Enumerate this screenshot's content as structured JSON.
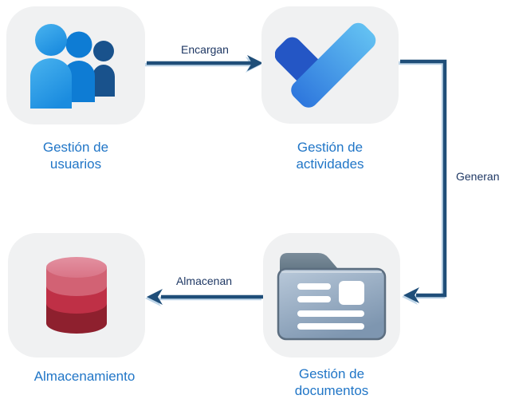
{
  "colors": {
    "background": "#ffffff",
    "card_bg": "#f0f1f2",
    "node_label": "#2176c7",
    "edge_label": "#1f3864",
    "arrow": "#1f4e79"
  },
  "nodes": [
    {
      "label": "Gestión de\nusuarios",
      "icon": "users-icon"
    },
    {
      "label": "Gestión de\nactividades",
      "icon": "checkmark-icon"
    },
    {
      "label": "Almacenamiento",
      "icon": "database-icon"
    },
    {
      "label": "Gestión de\ndocumentos",
      "icon": "folder-icon"
    }
  ],
  "edges": [
    {
      "label": "Encargan",
      "from": "Gestión de usuarios",
      "to": "Gestión de actividades",
      "direction": "right"
    },
    {
      "label": "Generan",
      "from": "Gestión de actividades",
      "to": "Gestión de documentos",
      "direction": "down-left"
    },
    {
      "label": "Almacenan",
      "from": "Gestión de documentos",
      "to": "Almacenamiento",
      "direction": "left"
    }
  ]
}
